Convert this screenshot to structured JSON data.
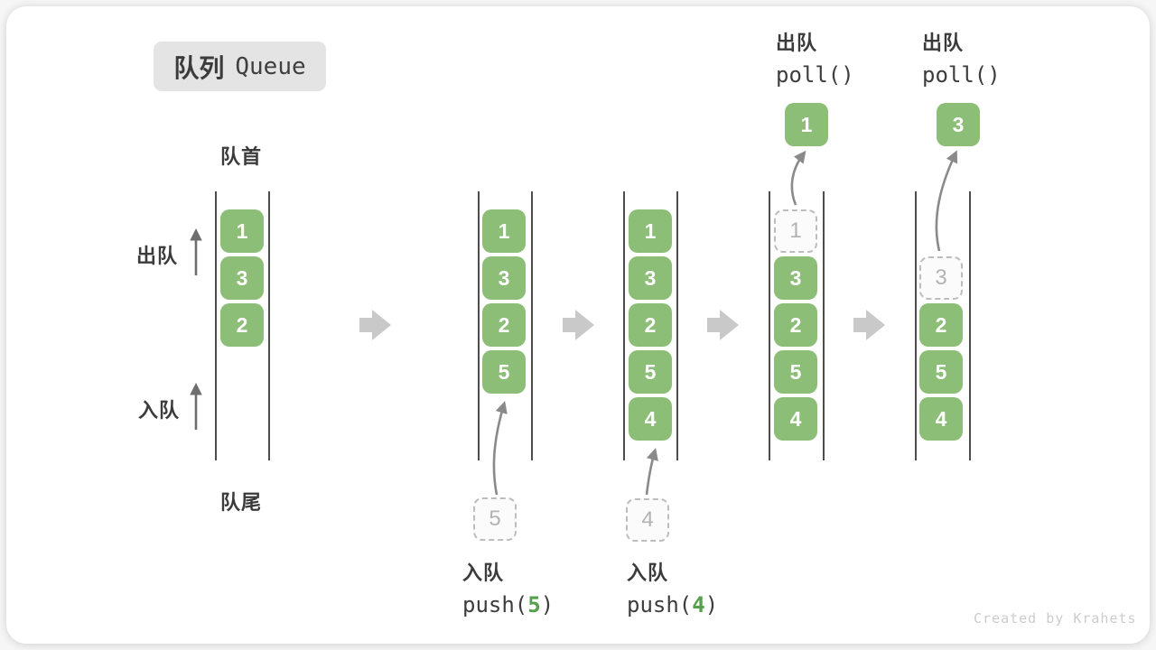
{
  "title": {
    "zh": "队列",
    "en": "Queue"
  },
  "side_labels": {
    "front": "队首",
    "rear": "队尾",
    "dequeue": "出队",
    "enqueue": "入队"
  },
  "columns": [
    {
      "slots": [
        {
          "v": "1"
        },
        {
          "v": "3"
        },
        {
          "v": "2"
        }
      ]
    },
    {
      "slots": [
        {
          "v": "1"
        },
        {
          "v": "3"
        },
        {
          "v": "2"
        },
        {
          "v": "5"
        }
      ],
      "pending": {
        "v": "5"
      }
    },
    {
      "slots": [
        {
          "v": "1"
        },
        {
          "v": "3"
        },
        {
          "v": "2"
        },
        {
          "v": "5"
        },
        {
          "v": "4"
        }
      ],
      "pending": {
        "v": "4"
      }
    },
    {
      "slots": [
        {
          "v": "1"
        },
        {
          "v": "3"
        },
        {
          "v": "2"
        },
        {
          "v": "5"
        },
        {
          "v": "4"
        }
      ],
      "out": {
        "v": "1"
      }
    },
    {
      "slots": [
        {
          "v": "3"
        },
        {
          "v": "2"
        },
        {
          "v": "5"
        },
        {
          "v": "4"
        }
      ],
      "out": {
        "v": "3"
      }
    }
  ],
  "ops": {
    "push5": {
      "label": "入队",
      "pre": "push(",
      "arg": "5",
      "post": ")"
    },
    "push4": {
      "label": "入队",
      "pre": "push(",
      "arg": "4",
      "post": ")"
    },
    "poll1": {
      "label": "出队",
      "code": "poll()"
    },
    "poll2": {
      "label": "出队",
      "code": "poll()"
    }
  },
  "colors": {
    "cell_green": "#8cbe78",
    "code_green": "#56a04e",
    "block_arrow_gray": "#c9c9c9",
    "badge_gray": "#e4e4e4"
  },
  "watermark": "Created by Krahets"
}
